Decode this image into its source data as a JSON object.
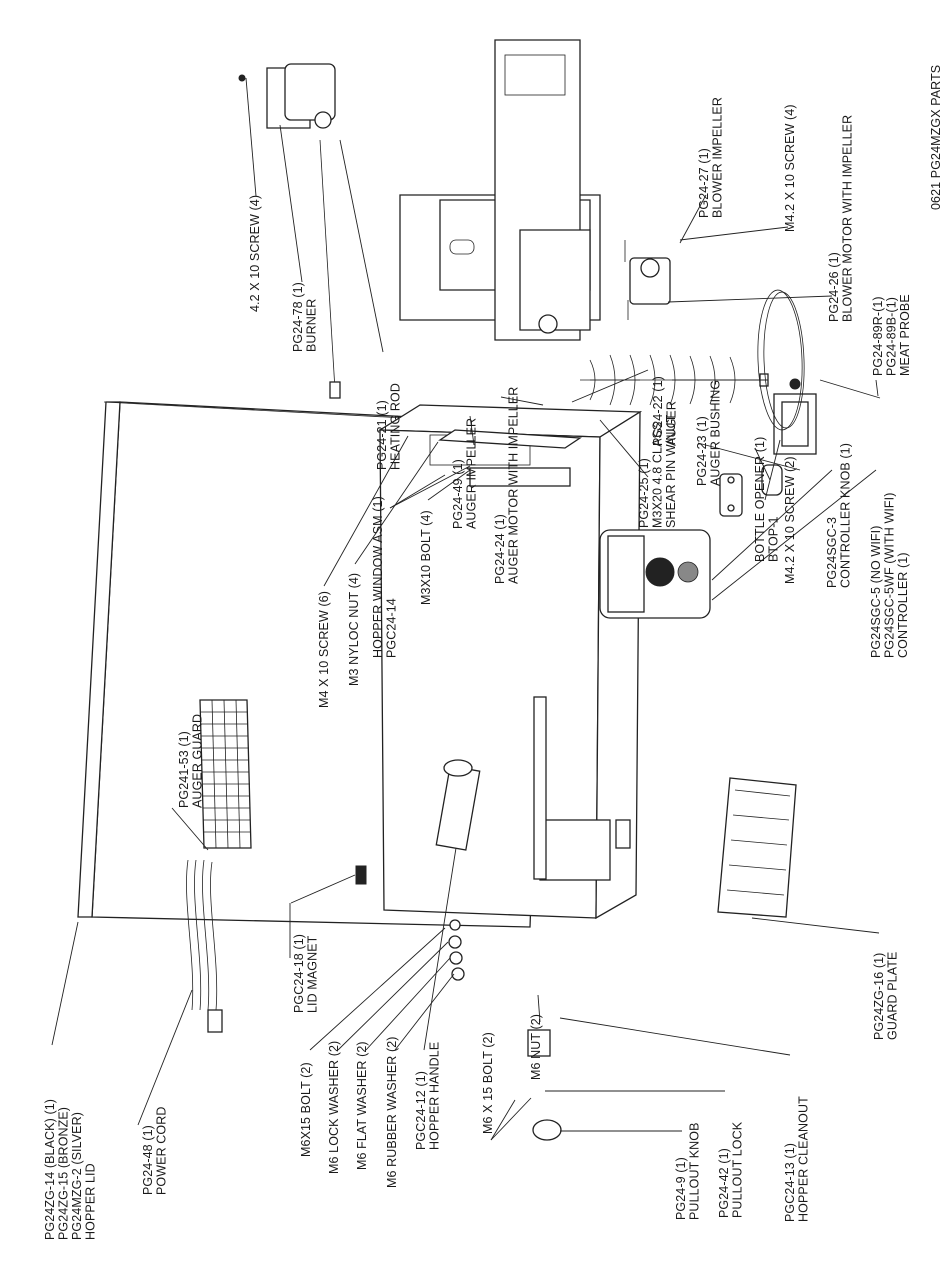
{
  "footer": "0621 PG24MZGX PARTS",
  "labels": {
    "hopper_lid": [
      "PG24ZG-14 (BLACK) (1)",
      "PG24ZG-15 (BRONZE)",
      "PG24MZG-2 (SILVER)",
      "HOPPER LID"
    ],
    "power_cord": [
      "PG24-48 (1)",
      "POWER CORD"
    ],
    "auger_guard": [
      "PG241-53 (1)",
      "AUGER GUARD"
    ],
    "lid_magnet": [
      "PGC24-18 (1)",
      "LID MAGNET"
    ],
    "m6x15_bolt": [
      "M6X15 BOLT (2)"
    ],
    "m6_lock_washer": [
      "M6 LOCK WASHER (2)"
    ],
    "m6_flat_washer": [
      "M6 FLAT WASHER (2)"
    ],
    "m6_rubber_washer": [
      "M6 RUBBER WASHER (2)"
    ],
    "hopper_handle": [
      "PGC24-12 (1)",
      "HOPPER HANDLE"
    ],
    "m6x15_bolt_b": [
      "M6 X 15 BOLT (2)"
    ],
    "m6_nut": [
      "M6 NUT (2)"
    ],
    "pullout_knob": [
      "PG24-9 (1)",
      "PULLOUT KNOB"
    ],
    "pullout_lock": [
      "PG24-42 (1)",
      "PULLOUT LOCK"
    ],
    "hopper_cleanout": [
      "PGC24-13 (1)",
      "HOPPER CLEANOUT"
    ],
    "guard_plate": [
      "PG24ZG-16 (1)",
      "GUARD PLATE"
    ],
    "m4_screw": [
      "M4 X 10 SCREW (6)"
    ],
    "m3_nyloc_nut": [
      "M3 NYLOC NUT (4)"
    ],
    "hopper_window": [
      "HOPPER WINDOW ASM (1)",
      "PGC24-14"
    ],
    "m3x10_bolt": [
      "M3X10 BOLT (4)"
    ],
    "auger_impeller": [
      "PG24-49 (1)",
      "AUGER IMPELLER"
    ],
    "auger_motor": [
      "PG24-24 (1)",
      "AUGER MOTOR WITH IMPELLER"
    ],
    "shear_pin": [
      "PG24-25 (1)",
      "M3X20 4.8 CLASS",
      "SHEAR PIN W/NUT"
    ],
    "auger": [
      "PG24-22 (1)",
      "AUGER"
    ],
    "auger_bushing": [
      "PG24-23 (1)",
      "AUGER BUSHING"
    ],
    "bottle_opener": [
      "BOTTLE OPENER (1)",
      "BTOP-1"
    ],
    "m42_screw_2": [
      "M4.2 X 10 SCREW (2)"
    ],
    "controller_knob": [
      "PG24SGC-3",
      "CONTROLLER KNOB (1)"
    ],
    "controller": [
      "PG24SGC-5 (NO WIFI)",
      "PG24SGC-5WF (WITH WIFI)",
      "CONTROLLER (1)"
    ],
    "heating_rod": [
      "PG24-21 (1)",
      "HEATING ROD"
    ],
    "burner": [
      "PG24-78 (1)",
      "BURNER"
    ],
    "screw_42_4": [
      "4.2 X 10 SCREW (4)"
    ],
    "blower_impeller": [
      "PG24-27 (1)",
      "BLOWER IMPELLER"
    ],
    "m42_screw_4": [
      "M4.2 X 10 SCREW (4)"
    ],
    "blower_motor": [
      "PG24-26 (1)",
      "BLOWER MOTOR WITH IMPELLER"
    ],
    "meat_probe": [
      "PG24-89R-(1)",
      "PG24-89B-(1)",
      "MEAT PROBE"
    ]
  }
}
